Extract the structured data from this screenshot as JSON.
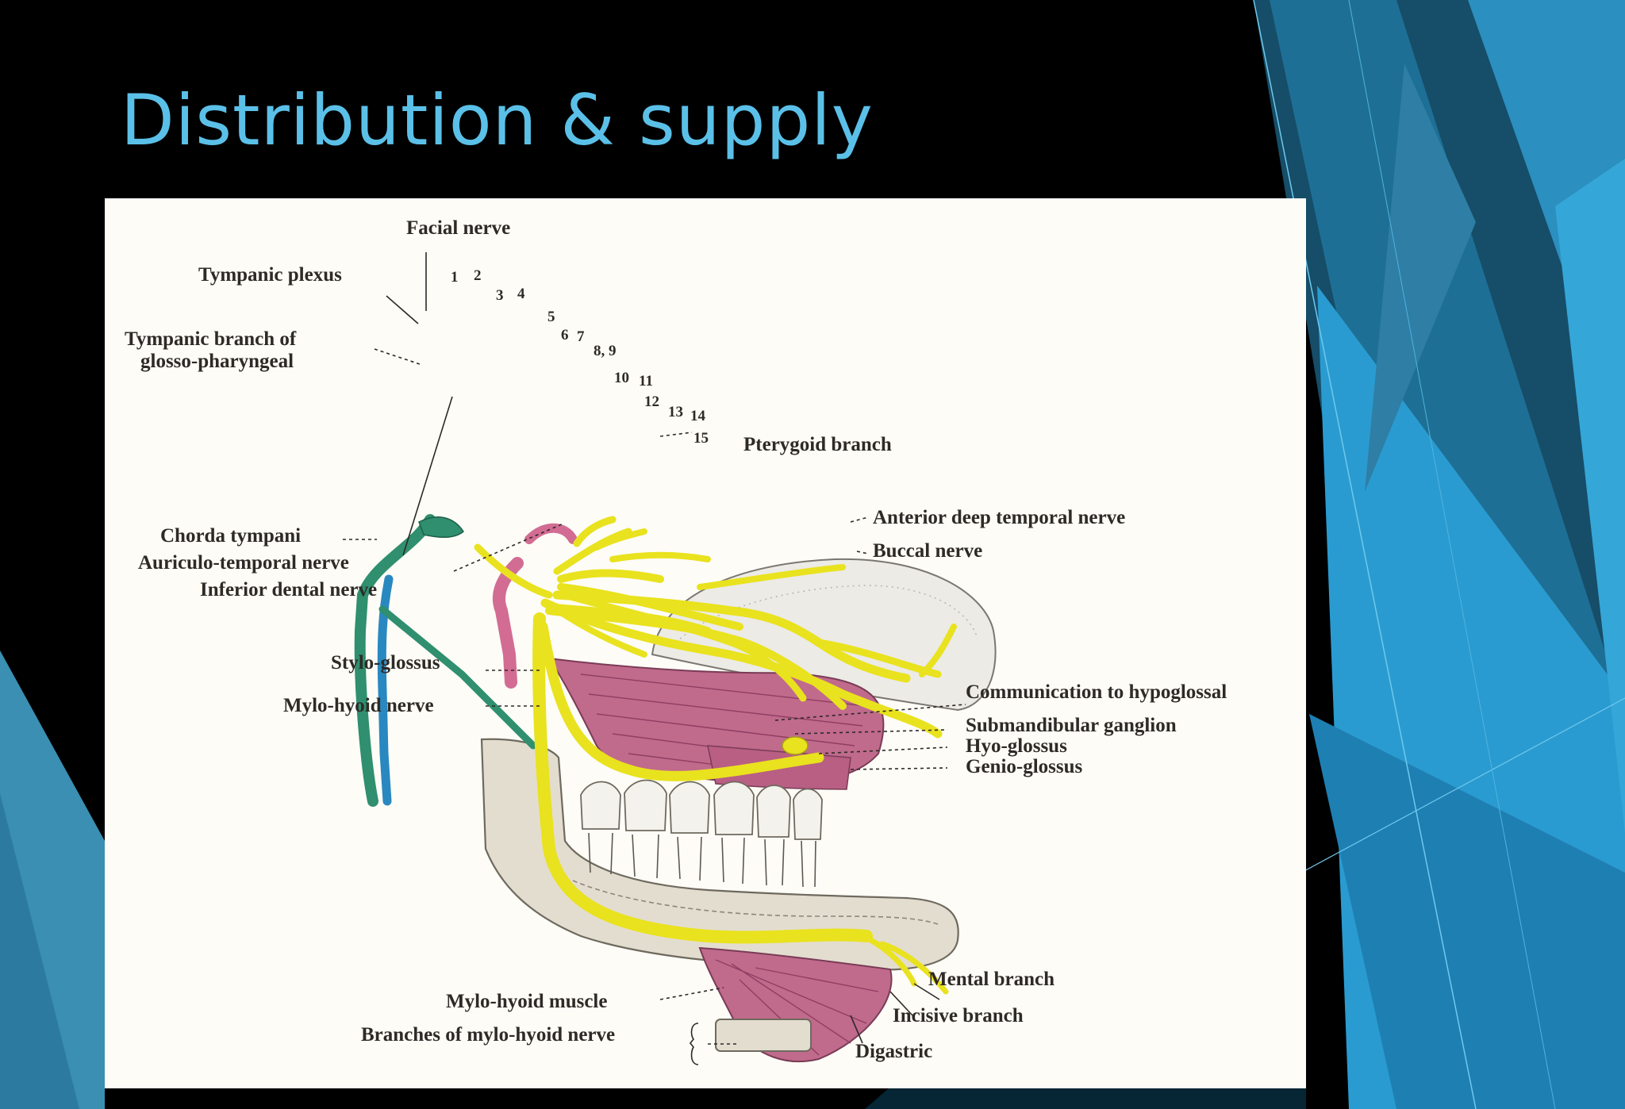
{
  "slide": {
    "title": "Distribution & supply",
    "colors": {
      "background": "#000000",
      "title": "#5bc0e8",
      "accent_dark": "#1c5d7c",
      "accent_mid": "#2a88b4",
      "accent_light": "#35a6d8",
      "nerve": "#e9e21e",
      "muscle": "#c06a8c",
      "vessel": "#2f8f6f",
      "panel": "#fdfcf7"
    }
  },
  "figure": {
    "labels": {
      "facial_nerve": "Facial nerve",
      "tympanic_plexus": "Tympanic plexus",
      "tympanic_branch_line1": "Tympanic branch of",
      "tympanic_branch_line2": "glosso-pharyngeal",
      "chorda_tympani": "Chorda tympani",
      "auriculo_temporal": "Auriculo-temporal nerve",
      "inferior_dental": "Inferior dental nerve",
      "stylo_glossus": "Stylo-glossus",
      "mylo_hyoid_nerve": "Mylo-hyoid nerve",
      "pterygoid_branch": "Pterygoid branch",
      "anterior_deep_temporal": "Anterior deep temporal nerve",
      "buccal_nerve": "Buccal nerve",
      "communication_hypoglossal": "Communication to hypoglossal",
      "submandibular_ganglion": "Submandibular ganglion",
      "hyo_glossus": "Hyo-glossus",
      "genio_glossus": "Genio-glossus",
      "mental_branch": "Mental branch",
      "incisive_branch": "Incisive branch",
      "digastric": "Digastric",
      "mylo_hyoid_muscle": "Mylo-hyoid muscle",
      "branches_mylo_hyoid": "Branches of mylo-hyoid nerve"
    },
    "numbers": [
      "1",
      "2",
      "3",
      "4",
      "5",
      "6",
      "7",
      "8, 9",
      "10",
      "11",
      "12",
      "13",
      "14",
      "15"
    ]
  }
}
